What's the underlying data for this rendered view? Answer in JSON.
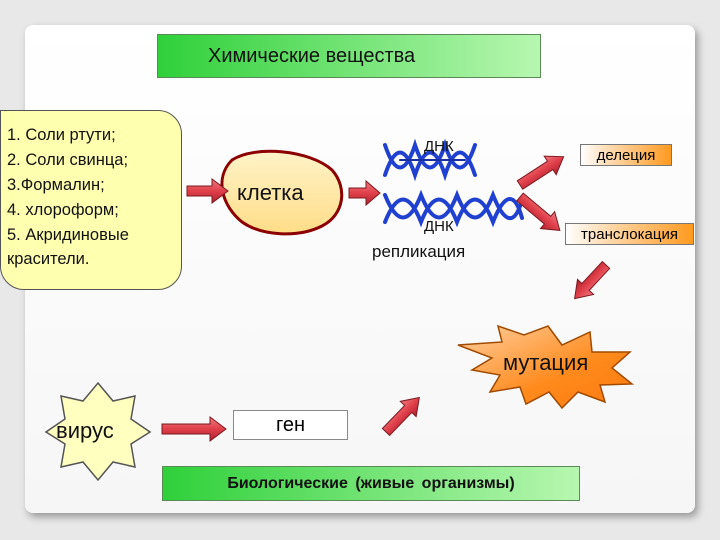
{
  "title_chemicals": "Химические вещества",
  "chemicals": [
    "1. Соли ртути;",
    "2. Соли свинца;",
    "3.Формалин;",
    "4. хлороформ;",
    "5. Акридиновые",
    "красители."
  ],
  "cell_label": "клетка",
  "dna_top": "ДНК",
  "dna_bottom": "ДНК",
  "replication": "репликация",
  "deletion": "делеция",
  "translocation": "транслокация",
  "mutation": "мутация",
  "virus": "вирус",
  "gene": "ген",
  "title_biological": "Биологические  (живые  организмы)",
  "colors": {
    "green_box": "#2fd03a",
    "list_fill": "#ffffb0",
    "cell_fill": "#ffe9a8",
    "cell_border": "#8b0000",
    "arrow": "#e0404a",
    "dna_strand": "#2040d0",
    "mutation_fill": "#ff8a1c",
    "virus_fill": "#ffffc0",
    "orange_box": "#ff9a20"
  }
}
